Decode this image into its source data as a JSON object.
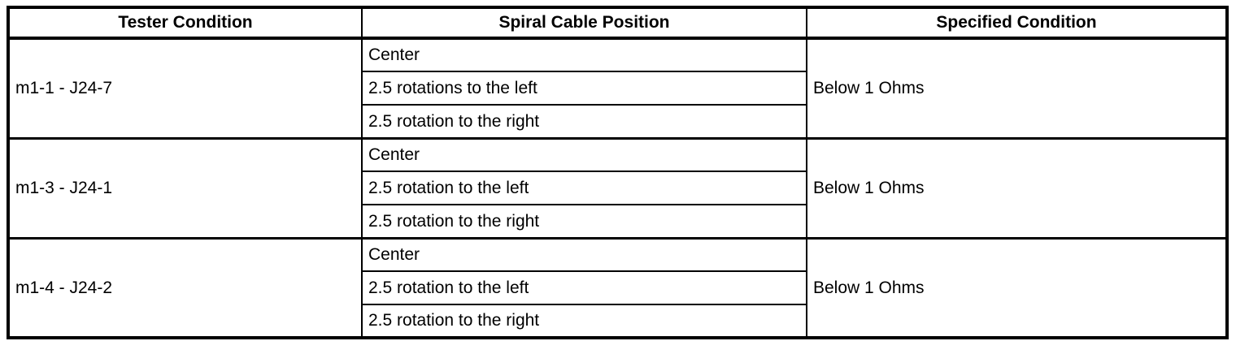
{
  "table": {
    "title": "spiral-cable-continuity-check",
    "colors": {
      "border": "#000000",
      "background": "#ffffff",
      "text": "#000000"
    },
    "headers": [
      {
        "label": "Tester Condition"
      },
      {
        "label": "Spiral Cable Position"
      },
      {
        "label": "Specified Condition"
      }
    ],
    "groups": [
      {
        "tester_condition": "m1-1 - J24-7",
        "positions": [
          "Center",
          "2.5 rotations to the left",
          "2.5 rotation to the right"
        ],
        "specified_condition": "Below 1 Ohms"
      },
      {
        "tester_condition": "m1-3 - J24-1",
        "positions": [
          "Center",
          "2.5 rotation to the left",
          "2.5 rotation to the right"
        ],
        "specified_condition": "Below 1 Ohms"
      },
      {
        "tester_condition": "m1-4 - J24-2",
        "positions": [
          "Center",
          "2.5 rotation to the left",
          "2.5 rotation to the right"
        ],
        "specified_condition": "Below 1 Ohms"
      }
    ]
  }
}
